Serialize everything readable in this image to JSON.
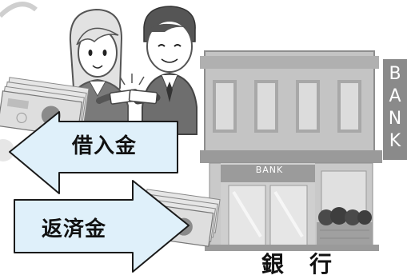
{
  "labels": {
    "borrowing": "借入金",
    "repayment": "返済金",
    "bank": "銀　行"
  },
  "bank_sign": {
    "letters": [
      "B",
      "A",
      "N",
      "K"
    ]
  },
  "bank_facade_text": "BANK",
  "colors": {
    "arrow_fill": "#dff0fa",
    "arrow_stroke": "#1a1a1a",
    "building": "#c4c4c4",
    "building_dark": "#8e8e8e",
    "sign": "#8a8a8a",
    "banknote": "#dedede"
  }
}
